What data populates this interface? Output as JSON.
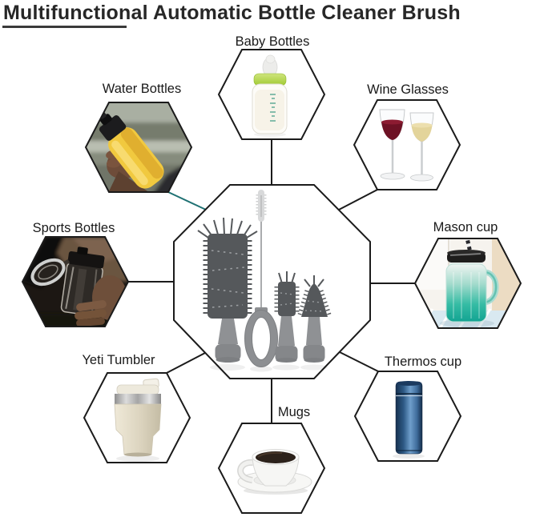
{
  "title": "Multifunctional Automatic Bottle Cleaner Brush",
  "colors": {
    "outline": "#1b1b1b",
    "teal_connector": "#1f7173"
  },
  "diagram": {
    "center": {
      "name": "bottle-cleaner-brush-set"
    },
    "nodes": [
      {
        "id": "baby-bottles",
        "label": "Baby Bottles"
      },
      {
        "id": "water-bottles",
        "label": "Water Bottles"
      },
      {
        "id": "wine-glasses",
        "label": "Wine Glasses"
      },
      {
        "id": "sports-bottles",
        "label": "Sports Bottles"
      },
      {
        "id": "mason-cup",
        "label": "Mason cup"
      },
      {
        "id": "yeti-tumbler",
        "label": "Yeti Tumbler"
      },
      {
        "id": "thermos-cup",
        "label": "Thermos cup"
      },
      {
        "id": "mugs",
        "label": "Mugs"
      }
    ]
  }
}
